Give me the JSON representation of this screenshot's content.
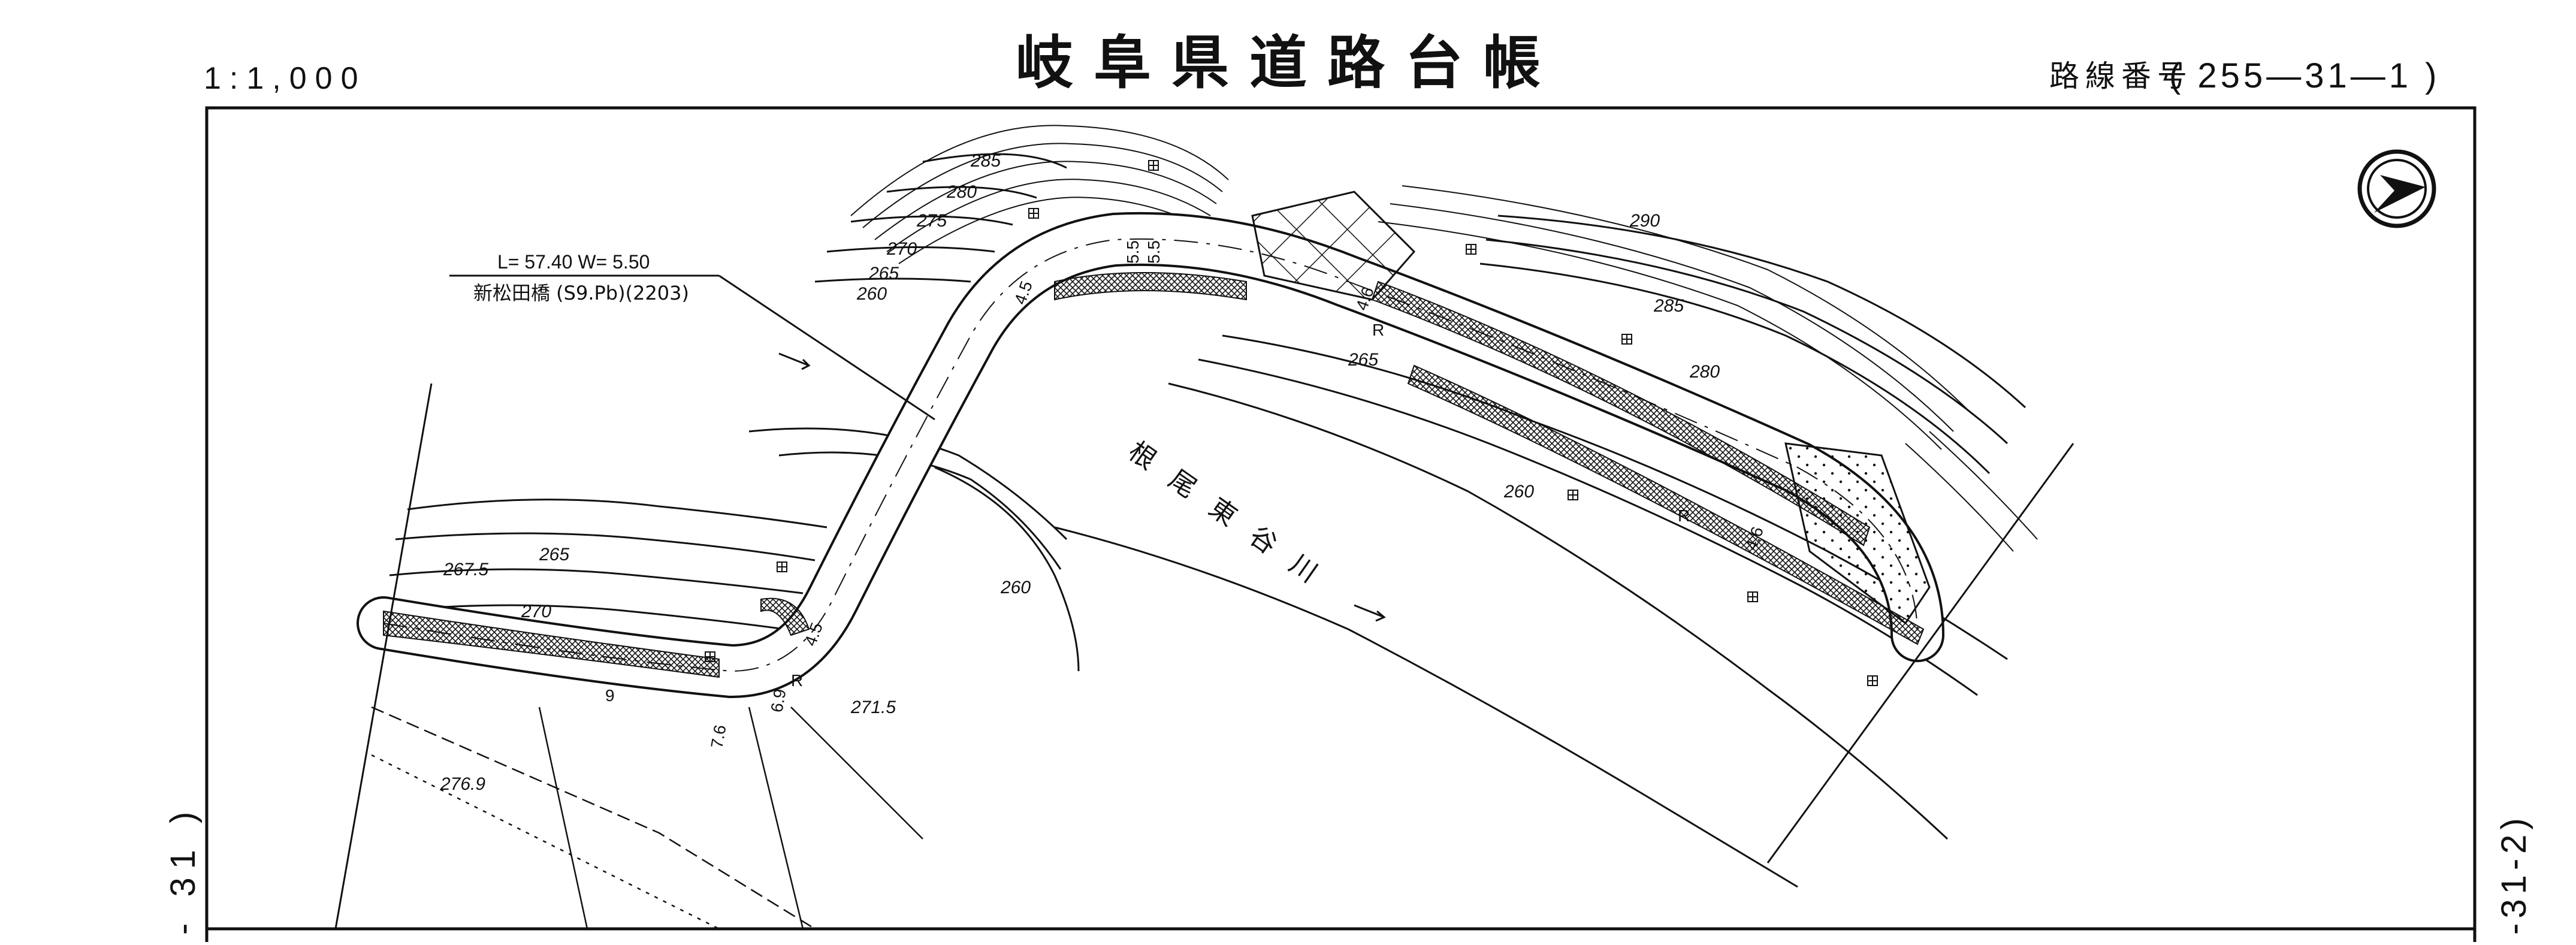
{
  "header": {
    "scale": "1:1,000",
    "title": "岐阜県道路台帳",
    "route_label": "路線番号",
    "route_number": "( 255—31—1 )"
  },
  "bridge": {
    "dimensions": "L= 57.40 W= 5.50",
    "name": "新松田橋 (S9.Pb)(2203)"
  },
  "river": {
    "name": "根尾東谷川"
  },
  "contours": [
    "285",
    "280",
    "275",
    "270",
    "265",
    "260",
    "290",
    "285",
    "280",
    "265",
    "260",
    "265",
    "267.5",
    "270",
    "260",
    "271.5",
    "276.9"
  ],
  "road_labels": {
    "width_a": "5.5",
    "width_b": "5.5",
    "width_c": "4.5",
    "width_d": "4.6",
    "width_e": "4.6",
    "width_f": "4.5",
    "width_g": "7.6",
    "width_h": "6.9",
    "width_i": "9",
    "curve": "R"
  },
  "margin_left": "- 31 )",
  "margin_right": "-31-2)",
  "north_symbol": "north-arrow",
  "colors": {
    "ink": "#111111",
    "paper": "#ffffff"
  }
}
